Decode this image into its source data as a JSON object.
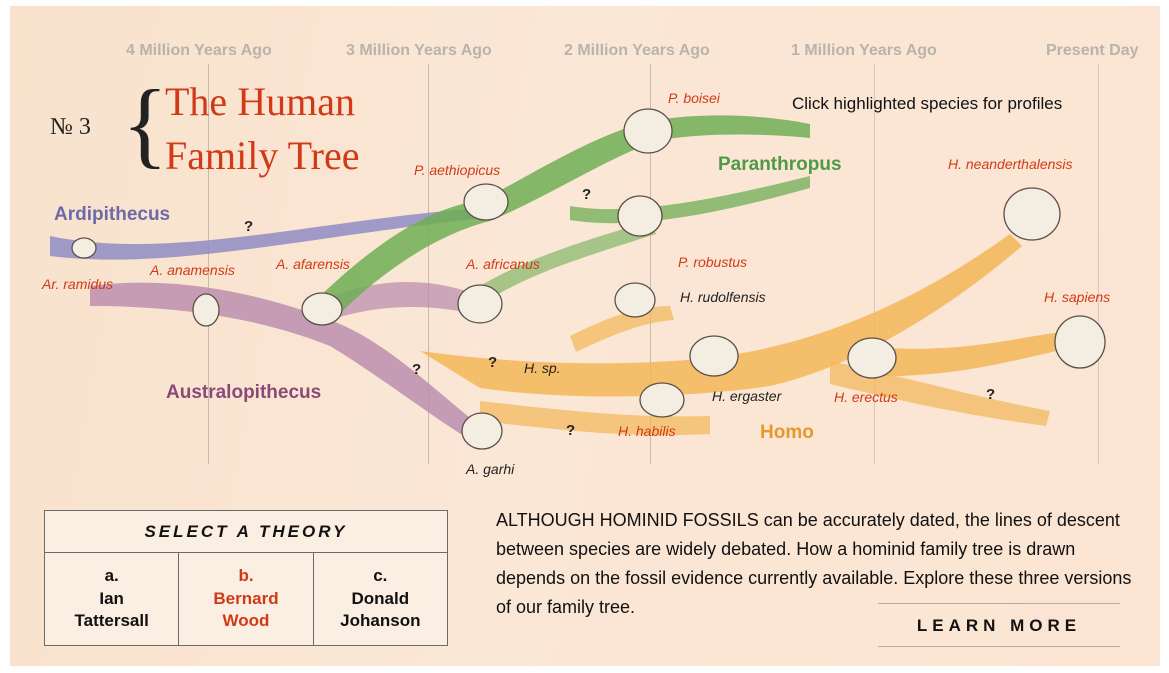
{
  "timeline": [
    "4 Million Years Ago",
    "3 Million Years Ago",
    "2 Million Years Ago",
    "1 Million Years Ago",
    "Present Day"
  ],
  "title": {
    "number": "№ 3",
    "line1": "The Human",
    "line2": "Family Tree"
  },
  "instruction": "Click highlighted species for profiles",
  "genera": {
    "ardipithecus": {
      "label": "Ardipithecus",
      "color": "#6e6aa8"
    },
    "paranthropus": {
      "label": "Paranthropus",
      "color": "#4f9a45"
    },
    "australopithecus": {
      "label": "Australopithecus",
      "color": "#8a4a78"
    },
    "homo": {
      "label": "Homo",
      "color": "#e29a2c"
    }
  },
  "species": {
    "p_boisei": "P. boisei",
    "p_aethiopicus": "P. aethiopicus",
    "h_neanderthalensis": "H. neanderthalensis",
    "ar_ramidus": "Ar. ramidus",
    "a_anamensis": "A. anamensis",
    "a_afarensis": "A. afarensis",
    "a_africanus": "A. africanus",
    "p_robustus": "P. robustus",
    "h_rudolfensis": "H. rudolfensis",
    "h_sapiens": "H. sapiens",
    "h_sp": "H. sp.",
    "h_ergaster": "H. ergaster",
    "h_erectus": "H. erectus",
    "h_habilis": "H. habilis",
    "a_garhi": "A. garhi"
  },
  "unknown_marker": "?",
  "theory": {
    "header": "SELECT A THEORY",
    "options": [
      {
        "letter": "a.",
        "line1": "Ian",
        "line2": "Tattersall",
        "active": false
      },
      {
        "letter": "b.",
        "line1": "Bernard",
        "line2": "Wood",
        "active": true
      },
      {
        "letter": "c.",
        "line1": "Donald",
        "line2": "Johanson",
        "active": false
      }
    ]
  },
  "description": "ALTHOUGH HOMINID FOSSILS can be accurately dated, the lines of descent between species are widely debated. How a hominid family tree is drawn depends on the fossil evidence currently available. Explore these three versions of our family tree.",
  "learn_more": "LEARN MORE",
  "colors": {
    "highlight": "#d23a17",
    "background": "#fbe7d6",
    "ardipithecus": "#8f8cc4",
    "australopithecus": "#b88aad",
    "paranthropus": "#6fae55",
    "homo": "#f2b657"
  }
}
